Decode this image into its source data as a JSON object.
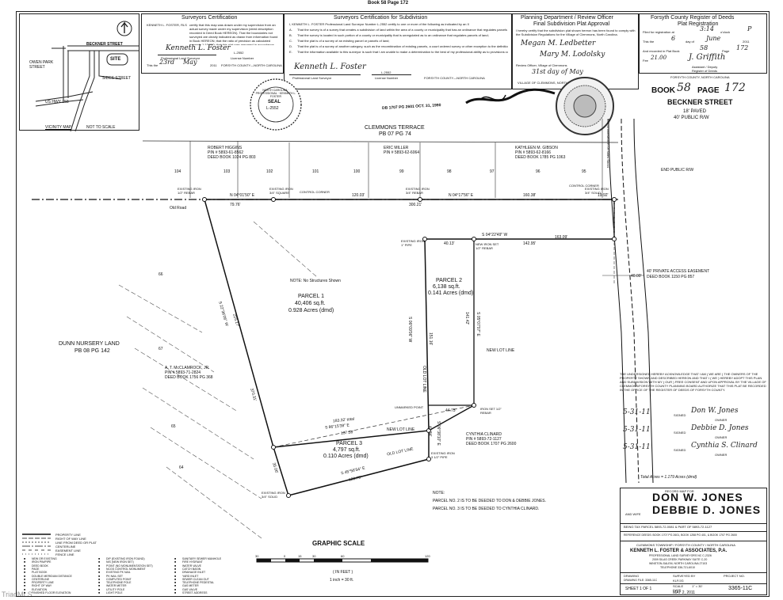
{
  "page": {
    "header": "Book 58 Page 172",
    "watermark": "TriadMLS"
  },
  "vicinity": {
    "streets": [
      "BECKNER STREET",
      "OWEN PARK STREET",
      "SIDES STREET",
      "US HWY 158"
    ],
    "site": "SITE",
    "caption": "VICINITY MAP",
    "scale": "NOT TO SCALE"
  },
  "surveyor_cert": {
    "title": "Surveyors Certification",
    "name": "KENNETH L. FOSTER, RLS",
    "body": "certify that this map was drawn under my supervision from an actual survey made under my supervision (deed description recorded in Deed Book HEREON). That the boundaries not surveyed are clearly indicated as drawn from information found in Book HEREON; that the ratio of precision as calculated exceeds 1:10,000; that this plat was prepared in accordance with G.S. 47-30 as amended. Witness my original signature, registration number and seal this day.",
    "signature_line": "Professional Land Surveyor",
    "license": "L-2552",
    "license_label": "License Number",
    "signature": "Kenneth L. Foster",
    "day_label": "This the",
    "day": "23rd",
    "month": "May",
    "year": "2011",
    "place": "FORSYTH COUNTY—NORTH CAROLINA"
  },
  "subdivision_cert": {
    "title": "Surveyors Certification for Subdivision",
    "lead": "I, KENNETH L. FOSTER   Professional Land Surveyor   Number L-2552   certify to one or more of the following as indicated by an X",
    "items": [
      "That the survey is of a survey that creates a subdivision of land within the area of a county or municipality that has an ordinance that regulates parcels of land;",
      "That the survey is located in such portion of a county or municipality that is unregulated as to an ordinance that regulates parcels of land;",
      "That the plat is of a survey of an existing parcel or parcels of land;",
      "That the plat is of a survey of another category, such as the recombination of existing parcels, a court ordered survey or other exception to the definition of a subdivision;",
      "That the information available to this surveyor is such that I am unable to make a determination to the best of my professional ability as to provisions contained in A through D above."
    ],
    "letters": [
      "A.",
      "B.",
      "C.",
      "D.",
      "E."
    ],
    "signature_line": "Professional Land Surveyor",
    "license": "L-2552",
    "license_label": "License Number",
    "place": "FORSYTH COUNTY—NORTH CAROLINA",
    "signature": "Kenneth L. Foster"
  },
  "planning": {
    "title": "Planning Department / Review Officer",
    "subtitle": "Final Subdivision Plat Approval",
    "body": "I hereby certify that the subdivision plat shown hereon has been found to comply with the Subdivision Regulations for the Village of Clemmons, North Carolina.",
    "signatures": [
      "Megan M. Ledbetter",
      "Mary M. Lodolsky"
    ],
    "role": "Review Officer, Village of Clemmons",
    "date": "31st day of May",
    "place": "VILLAGE OF CLEMMONS, NORTH CAROLINA"
  },
  "register": {
    "title": "Forsyth County Register of Deeds",
    "subtitle": "Plat Registration",
    "fields": [
      {
        "label": "Filed for registration at",
        "value": "3:14",
        "unit": "o'clock",
        "ampm": "P"
      },
      {
        "label": "This the",
        "value": "6",
        "month_label": "day of",
        "month": "June",
        "year": "2011"
      },
      {
        "label": "And recorded in Plat Book",
        "value": "58",
        "page_label": "Page",
        "page": "172"
      }
    ],
    "fee_label": "Fee",
    "fee": "21.00",
    "signature": "J. Griffith",
    "role": "Assistant / Deputy",
    "office": "Register of Deeds",
    "place": "FORSYTH COUNTY, NORTH CAROLINA"
  },
  "seal": {
    "ring_text": "NORTH CAROLINA · PROFESSIONAL · KENNETH L. FOSTER",
    "center": [
      "SEAL",
      "L-2552"
    ]
  },
  "plat": {
    "book_stamp_prefix": "BOOK",
    "book_stamp": "58",
    "page_stamp_prefix": "PAGE",
    "page_stamp": "172",
    "deed_ref": "DB 1707 PG 2601  OCT. 31, 1990",
    "street": "BECKNER STREET",
    "paved": "18' PAVED",
    "row": "40' PUBLIC R/W",
    "end_row": "END PUBLIC R/W",
    "easement": "40' PRIVATE ACCESS EASEMENT",
    "easement_deed": "DEED BOOK 1150 PG 857",
    "clemmons": "CLEMMONS TERRACE",
    "clemmons_pb": "PB 07 PG 74",
    "old_road": "Old Road",
    "note": "NOTE:  No Structures Shown",
    "dunn": "DUNN NURSERY LAND",
    "dunn_pb": "PB 08 PG 142",
    "intersection": "135' to Intersection Of Sides Street",
    "lot_numbers": [
      "104",
      "103",
      "102",
      "101",
      "100",
      "99",
      "98",
      "97",
      "96",
      "95"
    ],
    "side_lots": [
      "66",
      "67",
      "65",
      "64"
    ],
    "owners": [
      {
        "name": "ROBERT HIGGINS",
        "pin": "PIN # 5893-61-8562",
        "deed": "DEED BOOK 1024 PG 803"
      },
      {
        "name": "ERIC MILLER",
        "pin": "PIN # 5893-62-6064",
        "deed": ""
      },
      {
        "name": "KATHLEEN M. GIBSON",
        "pin": "PIN # 5893-62-8166",
        "deed": "DEED BOOK 1785 PG 1063"
      },
      {
        "name": "A. T. McCLAMROCK, JR.",
        "pin": "PIN # 5893-71-2824",
        "deed": "DEED BOOK 1756 PG 368"
      },
      {
        "name": "CYNTHIA CLINARD",
        "pin": "PIN # 5893-72-1127",
        "deed": "DEED BOOK 1707 PG 2600"
      }
    ],
    "parcels": [
      {
        "name": "PARCEL 1",
        "sqft": "40,406 sq.ft.",
        "acres": "0.928 Acres (dmd)"
      },
      {
        "name": "PARCEL 2",
        "sqft": "6,138 sq.ft.",
        "acres": "0.141 Acres (dmd)"
      },
      {
        "name": "PARCEL 3",
        "sqft": "4,797 sq.ft.",
        "acres": "0.110 Acres (dmd)"
      }
    ],
    "bearings": [
      "N 04°01'50\" E",
      "79.76'",
      "N 04°17'56\" E",
      "300.21'",
      "120.03'",
      "160.38'",
      "19.92'",
      "S 04°22'49\" W",
      "163.09'",
      "142.95'",
      "40.13'",
      "S 22°36'06\" W",
      "225.17'",
      "370.31'",
      "S 86°15'38\" E",
      "183.32' total",
      "137.58'",
      "44.75'",
      "S 06°09'06\" W",
      "151.16'",
      "S 05°07'07\" E",
      "141.42'",
      "S 06°38'10\" E",
      "41.34'",
      "S 45°56'54\" E",
      "128.78'",
      "35.06'",
      "40.00'"
    ],
    "pins": [
      "EXISTING IRON 1/2\" REBAR",
      "EXISTING IRON 3/4\" SQUARE",
      "CONTROL CORNER",
      "EXISTING IRON 3/4\" REBAR",
      "EXISTING IRON 3/4\" SOLID",
      "EXISTING IRON 1\" PIPE",
      "NEW IRON SET 1/2\" REBAR",
      "UNMARKED POINT",
      "EXISTING IRON 3 1/2\" PIPE",
      "EXISTING IRON 3/4\" SOLID",
      "IRON SET 1/2\" REBAR"
    ],
    "lines": [
      "NEW LOT LINE",
      "OLD LOT LINE",
      "NEW LOT LINE",
      "OLD LOT LINE"
    ],
    "parcel_notes": [
      "NOTE:",
      "PARCEL NO. 2 IS TO BE DEEDED TO DON & DEBBIE JONES.",
      "PARCEL NO. 3 IS TO BE DEEDED TO CYNTHIA CLINARD."
    ]
  },
  "owners_cert": {
    "text": "THE UNDERSIGNED HEREBY ACKNOWLEDGE THAT I AM ( WE ARE ) THE OWNERS OF THE PROPERTY SHOWN AND DESCRIBED HEREON AND THAT I ( WE ) HEREBY ADOPT THIS PLAN AND SUBDIVISION WITH MY ( OUR ) FREE CONSENT AND UPON APPROVAL BY THE VILLAGE OF CLEMMONS/FORSYTH COUNTY PLANNING BOARD AUTHORIZE THAT THIS PLAT BE RECORDED IN THE OFFICE OF THE REGISTER OF DEEDS OF FORSYTH COUNTY.",
    "rows": [
      {
        "date": "5-31-11",
        "signature": "Don W. Jones",
        "role": "OWNER"
      },
      {
        "date": "5-31-11",
        "signature": "Debbie D. Jones",
        "role": "OWNER"
      },
      {
        "date": "5-31-11",
        "signature": "Cynthia S. Clinard",
        "role": "OWNER"
      }
    ],
    "signed_label": "SIGNED",
    "total": "Total Acres = 1.179 Acres (dmd)"
  },
  "title_block": {
    "record_map": "RECORD MAP FOR",
    "owner1": "DON W. JONES",
    "and_wife": "AND WIFE",
    "owner2": "DEBBIE D. JONES",
    "being": "BEING TAX PARCEL 5893-72-0081 & PART OF 5893-72-1127",
    "reference": "REFERENCE DEEDS:  BOOK 1707 PG 2601, BOOK 1258 PG 401, & BOOK 1707 PG 2600",
    "township": "CLEMMONS TOWNSHIP / FORSYTH COUNTY / NORTH CAROLINA",
    "firm": "KENNETH L. FOSTER & ASSOCIATES, P.A.",
    "firm_sub": "PROFESSIONAL LAND SURVEYORS  NC C-2326",
    "firm_addr": "2009 SILAS CREEK PARKWAY  SUITE C-20",
    "firm_city": "WINSTON-SALEM, NORTH CAROLINA 27103",
    "firm_tel": "TELEPHONE 336-721-6010",
    "drawing": "DRAWING FILE: 3365-11C",
    "drawing_label": "DRAWING",
    "surveyed_label": "SURVEYED BY",
    "surveyed": "KLF/JG",
    "project_label": "PROJECT NO.",
    "project": "3365-11C",
    "sheet": "SHEET 1 OF 1",
    "scale_label": "SCALE",
    "scale": "1\" = 30'",
    "date_label": "DATE",
    "date": "MAY 2, 2011"
  },
  "graphic_scale": {
    "title": "GRAPHIC SCALE",
    "ticks": [
      "30",
      "0",
      "15",
      "30",
      "60",
      "120"
    ],
    "unit": "( IN FEET )",
    "ratio": "1 inch = 30 ft."
  },
  "legend": {
    "lines": [
      "PROPERTY LINE",
      "RIGHT OF WAY LINE",
      "LINE FROM DEED OR PLAT",
      "CENTERLINE",
      "EASEMENT LINE",
      "FENCE LINE"
    ],
    "col1": [
      "NEW OR EXISTING",
      "IRON PIN/PIPE",
      "DEED BOOK",
      "PAGE",
      "PLAT BOOK",
      "DOUBLE MERIDIAN DISTANCE",
      "CENTERLINE",
      "PROPERTY LINE",
      "RIGHT OF WAY",
      "ELEVATION",
      "FINISHED FLOOR ELEVATION"
    ],
    "col2": [
      "DIP (EXISTING IRON FOUND)",
      "NIS (NEW IRON SET)",
      "POINT (NO MONUMENTATION SET)",
      "NCGS CONTROL MONUMENT",
      "EXISTING PK NAIL",
      "PK NAIL SET",
      "COMPUTED POINT",
      "TELEPHONE POLE",
      "WATER METER",
      "UTILITY POLE",
      "LIGHT POLE"
    ],
    "col3": [
      "SANITARY SEWER MANHOLE",
      "FIRE HYDRANT",
      "WATER VALVE",
      "CATCH BASIN",
      "DRAINAGE INLET",
      "YARD INLET",
      "SEWER CLEAN OUT",
      "TELEPHONE PEDESTAL",
      "GAS METER",
      "GAS VALVE",
      "STREET ADDRESS"
    ]
  }
}
